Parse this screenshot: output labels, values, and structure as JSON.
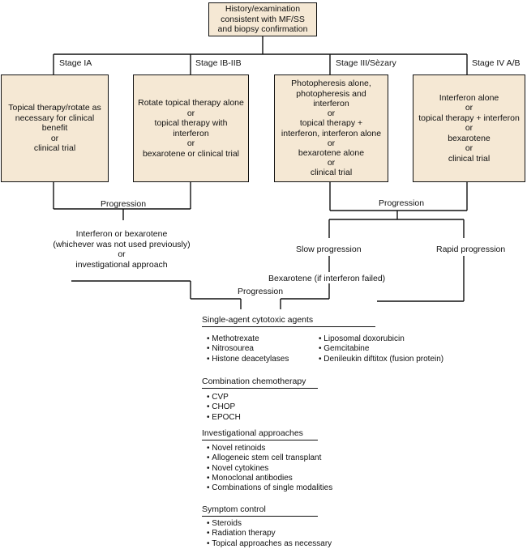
{
  "root": [
    "History/examination",
    "consistent with MF/SS",
    "and biopsy confirmation"
  ],
  "stages": {
    "ia": "Stage IA",
    "ib_iib": "Stage IB-IIB",
    "iii_sezary": "Stage III/Sèzary",
    "iv": "Stage IV A/B"
  },
  "boxes": {
    "ia": [
      "Topical therapy/rotate as",
      "necessary for clinical",
      "benefit",
      "or",
      "clinical trial"
    ],
    "ib_iib": [
      "Rotate topical therapy alone",
      "or",
      "topical therapy with",
      "interferon",
      "or",
      "bexarotene or clinical trial"
    ],
    "iii_sezary": [
      "Photopheresis alone,",
      "photopheresis and",
      "interferon",
      "or",
      "topical therapy +",
      "interferon, interferon alone",
      "or",
      "bexarotene alone",
      "or",
      "clinical trial"
    ],
    "iv": [
      "Interferon alone",
      "or",
      "topical therapy + interferon",
      "or",
      "bexarotene",
      "or",
      "clinical trial"
    ]
  },
  "progression_left": "Progression",
  "left_option": [
    "Interferon or bexarotene",
    "(whichever was not used previously)",
    "or",
    "investigational approach"
  ],
  "progression_right": "Progression",
  "slow_progression": "Slow progression",
  "rapid_progression": "Rapid progression",
  "bexarotene_note": "Bexarotene (if interferon failed)",
  "progression_center": "Progression",
  "single_agent": {
    "title": "Single-agent cytotoxic agents",
    "col1": [
      "Methotrexate",
      "Nitrosourea",
      "Histone deacetylases"
    ],
    "col2": [
      "Liposomal doxorubicin",
      "Gemcitabine",
      "Denileukin diftitox (fusion protein)"
    ]
  },
  "combination": {
    "title": "Combination chemotherapy",
    "items": [
      "CVP",
      "CHOP",
      "EPOCH"
    ]
  },
  "investigational": {
    "title": "Investigational approaches",
    "items": [
      "Novel retinoids",
      "Allogeneic stem cell transplant",
      "Novel cytokines",
      "Monoclonal antibodies",
      "Combinations of single modalities"
    ]
  },
  "symptom": {
    "title": "Symptom control",
    "items": [
      "Steroids",
      "Radiation therapy",
      "Topical approaches as necessary"
    ]
  }
}
